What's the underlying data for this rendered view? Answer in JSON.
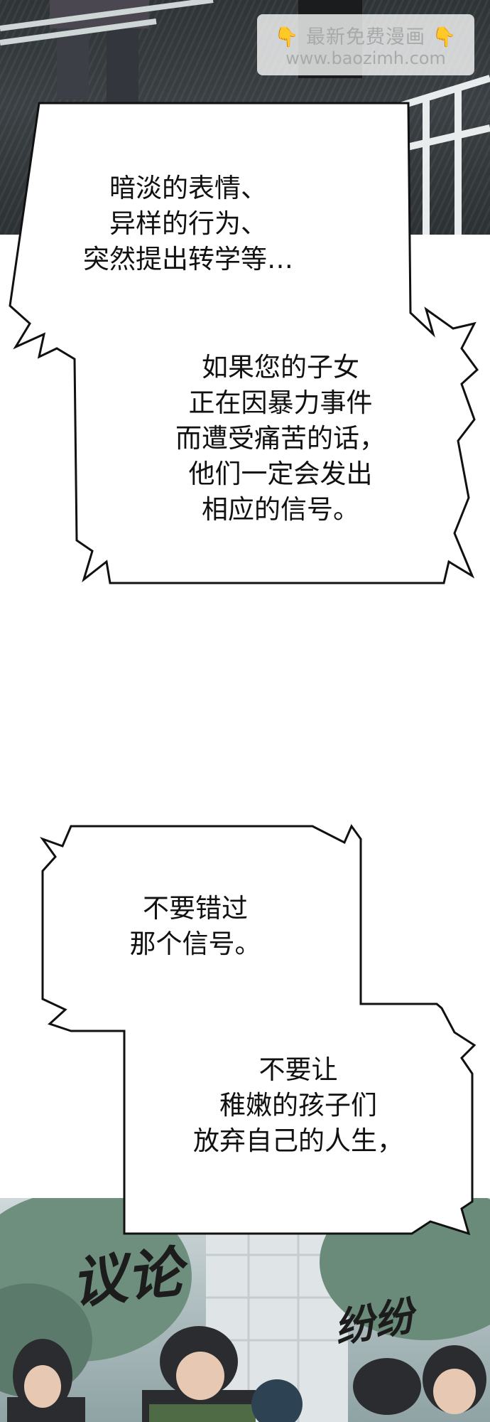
{
  "watermark": {
    "line1": "最新免费漫画",
    "line2": "www.baozimh.com",
    "hand_icon": "pointing-down-hand-icon"
  },
  "bubbles": [
    {
      "id": "bubble-1",
      "text": "暗淡的表情、\n异样的行为、\n突然提出转学等…"
    },
    {
      "id": "bubble-2",
      "text": "如果您的子女\n正在因暴力事件\n而遭受痛苦的话，\n他们一定会发出\n相应的信号。"
    },
    {
      "id": "bubble-3",
      "text": "不要错过\n那个信号。"
    },
    {
      "id": "bubble-4",
      "text": "不要让\n稚嫩的孩子们\n放弃自己的人生，"
    }
  ],
  "sfx": {
    "left": "议论",
    "right": "纷纷"
  },
  "colors": {
    "bubble_fill": "#ffffff",
    "bubble_stroke": "#111111",
    "night_scene": "#33393b",
    "day_scene": "#b3c3c4"
  }
}
